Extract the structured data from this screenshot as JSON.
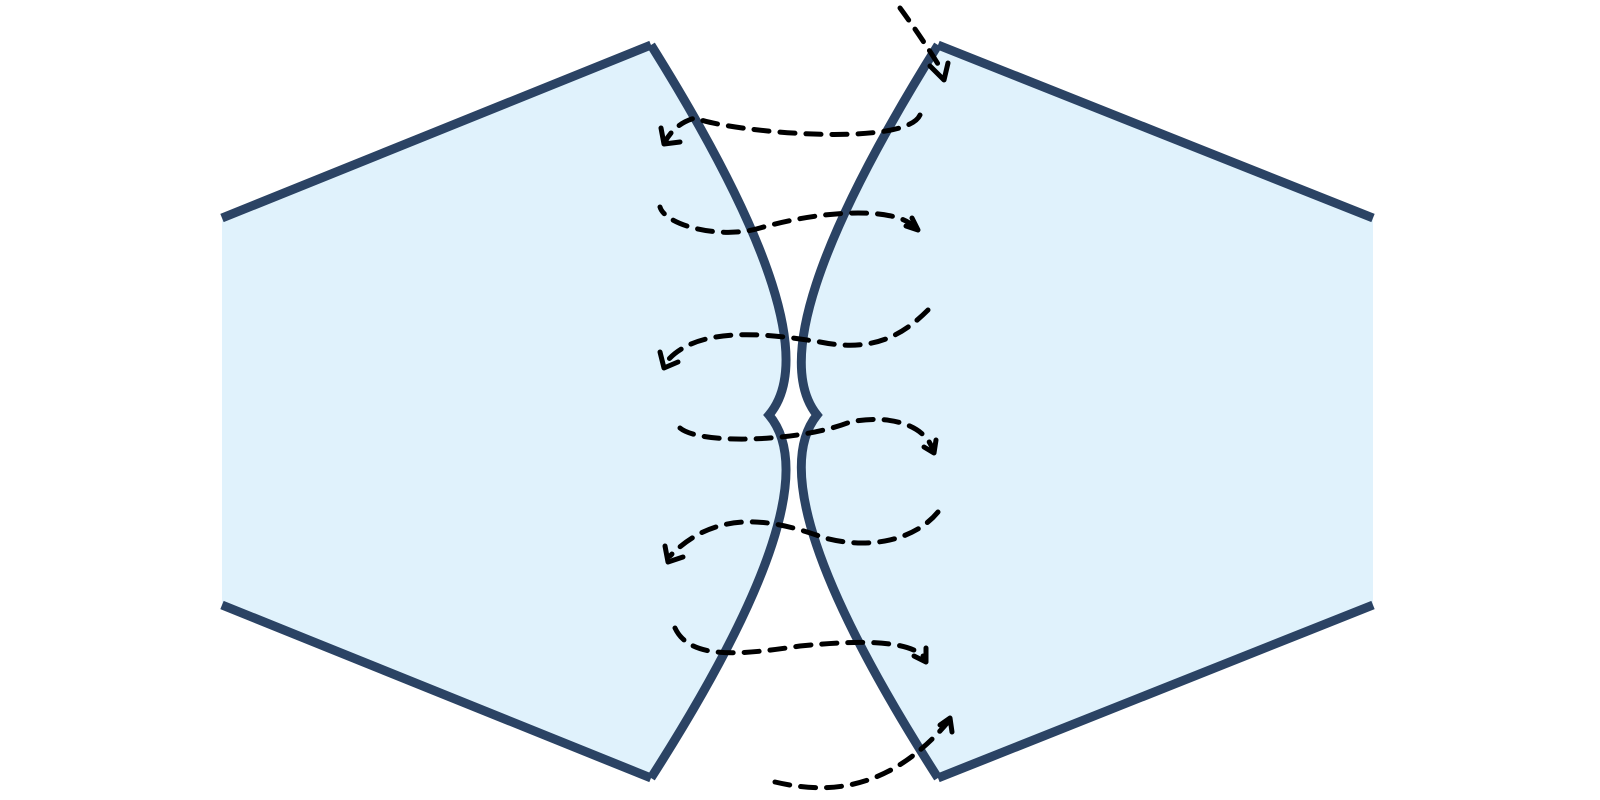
{
  "diagram": {
    "colors": {
      "background": "#ffffff",
      "panel_fill": "#e0f2fc",
      "panel_outline": "#2b4364",
      "stitch": "#000000"
    },
    "panels": [
      {
        "name": "left-panel",
        "shape": "hexagonal panel with concave inner seam edge"
      },
      {
        "name": "right-panel",
        "shape": "hexagonal panel with concave inner seam edge"
      }
    ],
    "seam": {
      "style": "spiral whip stitch",
      "line": "dashed",
      "arrowheads": true,
      "loop_count": 7
    }
  }
}
